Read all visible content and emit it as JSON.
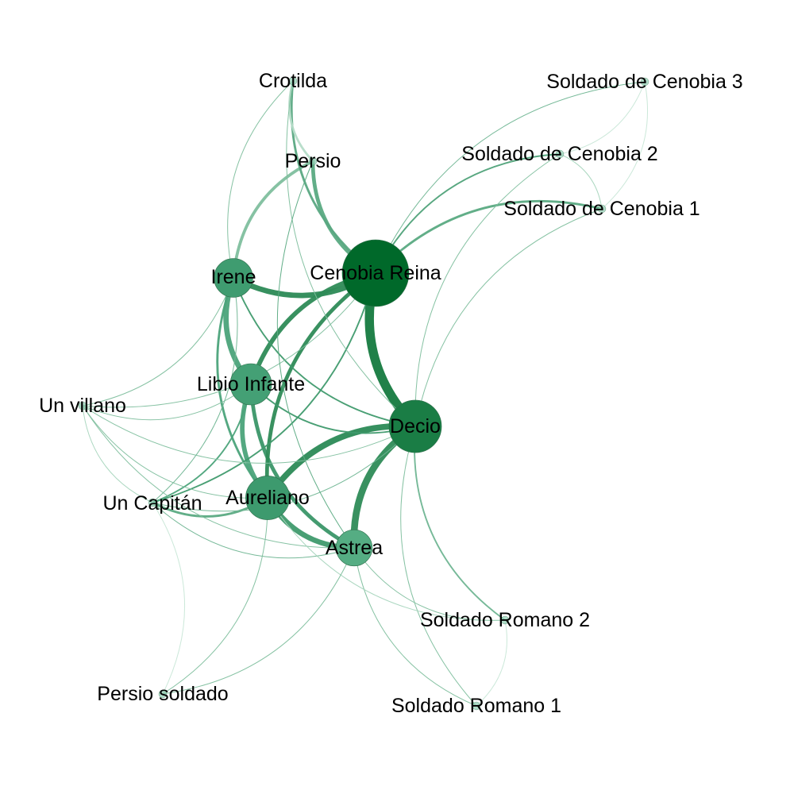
{
  "graph": {
    "nodes": [
      {
        "id": "cenobia",
        "label": "Cenobia Reina",
        "weight": 1.0,
        "color": "#00692a"
      },
      {
        "id": "decio",
        "label": "Decio",
        "weight": 0.72,
        "color": "#1a7d45"
      },
      {
        "id": "aureliano",
        "label": "Aureliano",
        "weight": 0.55,
        "color": "#3d9a6e"
      },
      {
        "id": "libio",
        "label": "Libio Infante",
        "weight": 0.5,
        "color": "#44a075"
      },
      {
        "id": "irene",
        "label": "Irene",
        "weight": 0.45,
        "color": "#3f9c70"
      },
      {
        "id": "astrea",
        "label": "Astrea",
        "weight": 0.4,
        "color": "#55ad83"
      },
      {
        "id": "capitan",
        "label": "Un Capitán",
        "weight": 0.0,
        "color": "#8fccb0"
      },
      {
        "id": "villano",
        "label": "Un villano",
        "weight": 0.0,
        "color": "#8fccb0"
      },
      {
        "id": "crotilda",
        "label": "Crotilda",
        "weight": 0.0,
        "color": "#8fccb0"
      },
      {
        "id": "persio",
        "label": "Persio",
        "weight": 0.0,
        "color": "#8fccb0"
      },
      {
        "id": "sc3",
        "label": "Soldado de Cenobia 3",
        "weight": 0.0,
        "color": "#8fccb0"
      },
      {
        "id": "sc2",
        "label": "Soldado de Cenobia 2",
        "weight": 0.0,
        "color": "#8fccb0"
      },
      {
        "id": "sc1",
        "label": "Soldado de Cenobia 1",
        "weight": 0.0,
        "color": "#8fccb0"
      },
      {
        "id": "sr2",
        "label": "Soldado Romano 2",
        "weight": 0.0,
        "color": "#8fccb0"
      },
      {
        "id": "sr1",
        "label": "Soldado Romano 1",
        "weight": 0.0,
        "color": "#8fccb0"
      },
      {
        "id": "persiosold",
        "label": "Persio soldado",
        "weight": 0.0,
        "color": "#8fccb0"
      }
    ],
    "edges": [
      {
        "source": "cenobia",
        "target": "decio",
        "weight": 12,
        "color": "#157a3f"
      },
      {
        "source": "decio",
        "target": "astrea",
        "weight": 9,
        "color": "#2e8b57"
      },
      {
        "source": "decio",
        "target": "aureliano",
        "weight": 8,
        "color": "#2b8a56"
      },
      {
        "source": "aureliano",
        "target": "astrea",
        "weight": 7,
        "color": "#3f9a6d"
      },
      {
        "source": "irene",
        "target": "cenobia",
        "weight": 7,
        "color": "#2c8a56"
      },
      {
        "source": "irene",
        "target": "libio",
        "weight": 7,
        "color": "#4ba37a"
      },
      {
        "source": "libio",
        "target": "aureliano",
        "weight": 6,
        "color": "#4ba37a"
      },
      {
        "source": "libio",
        "target": "astrea",
        "weight": 5,
        "color": "#3a9668"
      },
      {
        "source": "cenobia",
        "target": "libio",
        "weight": 6,
        "color": "#2e8b57"
      },
      {
        "source": "cenobia",
        "target": "aureliano",
        "weight": 5,
        "color": "#2e8b57"
      },
      {
        "source": "persio",
        "target": "cenobia",
        "weight": 5,
        "color": "#5aaa82"
      },
      {
        "source": "persio",
        "target": "irene",
        "weight": 4,
        "color": "#7fbf9e"
      },
      {
        "source": "crotilda",
        "target": "cenobia",
        "weight": 3,
        "color": "#5aa882"
      },
      {
        "source": "crotilda",
        "target": "persio",
        "weight": 3,
        "color": "#b5dcc8"
      },
      {
        "source": "sc1",
        "target": "cenobia",
        "weight": 3,
        "color": "#5aaa82"
      },
      {
        "source": "sc2",
        "target": "cenobia",
        "weight": 2,
        "color": "#4fa279"
      },
      {
        "source": "sc3",
        "target": "cenobia",
        "weight": 1,
        "color": "#6fb592"
      },
      {
        "source": "sc1",
        "target": "sc2",
        "weight": 1,
        "color": "#a7d5bd"
      },
      {
        "source": "sc2",
        "target": "sc3",
        "weight": 1,
        "color": "#c8e7d7"
      },
      {
        "source": "sc1",
        "target": "sc3",
        "weight": 1,
        "color": "#c8e7d7"
      },
      {
        "source": "irene",
        "target": "decio",
        "weight": 2,
        "color": "#3f9a6d"
      },
      {
        "source": "libio",
        "target": "decio",
        "weight": 2,
        "color": "#3f9a6d"
      },
      {
        "source": "irene",
        "target": "aureliano",
        "weight": 3,
        "color": "#4ba37a"
      },
      {
        "source": "capitan",
        "target": "aureliano",
        "weight": 3,
        "color": "#5aaa82"
      },
      {
        "source": "capitan",
        "target": "cenobia",
        "weight": 2,
        "color": "#3f9a6d"
      },
      {
        "source": "capitan",
        "target": "irene",
        "weight": 1,
        "color": "#6fb592"
      },
      {
        "source": "capitan",
        "target": "libio",
        "weight": 2,
        "color": "#4ba37a"
      },
      {
        "source": "capitan",
        "target": "decio",
        "weight": 1,
        "color": "#6fb592"
      },
      {
        "source": "capitan",
        "target": "astrea",
        "weight": 1,
        "color": "#6fb592"
      },
      {
        "source": "villano",
        "target": "irene",
        "weight": 1,
        "color": "#7fbf9e"
      },
      {
        "source": "villano",
        "target": "cenobia",
        "weight": 1,
        "color": "#7fbf9e"
      },
      {
        "source": "villano",
        "target": "libio",
        "weight": 1,
        "color": "#7fbf9e"
      },
      {
        "source": "villano",
        "target": "aureliano",
        "weight": 1,
        "color": "#7fbf9e"
      },
      {
        "source": "villano",
        "target": "decio",
        "weight": 1,
        "color": "#7fbf9e"
      },
      {
        "source": "villano",
        "target": "astrea",
        "weight": 1,
        "color": "#7fbf9e"
      },
      {
        "source": "villano",
        "target": "capitan",
        "weight": 1,
        "color": "#a7d5bd"
      },
      {
        "source": "decio",
        "target": "sr2",
        "weight": 2,
        "color": "#6fb592"
      },
      {
        "source": "decio",
        "target": "sr1",
        "weight": 1,
        "color": "#7fbf9e"
      },
      {
        "source": "astrea",
        "target": "sr2",
        "weight": 1,
        "color": "#7fbf9e"
      },
      {
        "source": "astrea",
        "target": "sr1",
        "weight": 1,
        "color": "#7fbf9e"
      },
      {
        "source": "aureliano",
        "target": "sr2",
        "weight": 1,
        "color": "#a7d5bd"
      },
      {
        "source": "sr1",
        "target": "sr2",
        "weight": 1,
        "color": "#c8e7d7"
      },
      {
        "source": "persiosold",
        "target": "aureliano",
        "weight": 1,
        "color": "#7fbf9e"
      },
      {
        "source": "persiosold",
        "target": "astrea",
        "weight": 1,
        "color": "#7fbf9e"
      },
      {
        "source": "persiosold",
        "target": "capitan",
        "weight": 1,
        "color": "#c8e7d7"
      },
      {
        "source": "crotilda",
        "target": "irene",
        "weight": 1,
        "color": "#7fbf9e"
      },
      {
        "source": "crotilda",
        "target": "decio",
        "weight": 1,
        "color": "#7fbf9e"
      },
      {
        "source": "sc1",
        "target": "decio",
        "weight": 1,
        "color": "#7fbf9e"
      },
      {
        "source": "sc2",
        "target": "decio",
        "weight": 1,
        "color": "#7fbf9e"
      },
      {
        "source": "persio",
        "target": "astrea",
        "weight": 1,
        "color": "#5aaa82"
      }
    ]
  }
}
